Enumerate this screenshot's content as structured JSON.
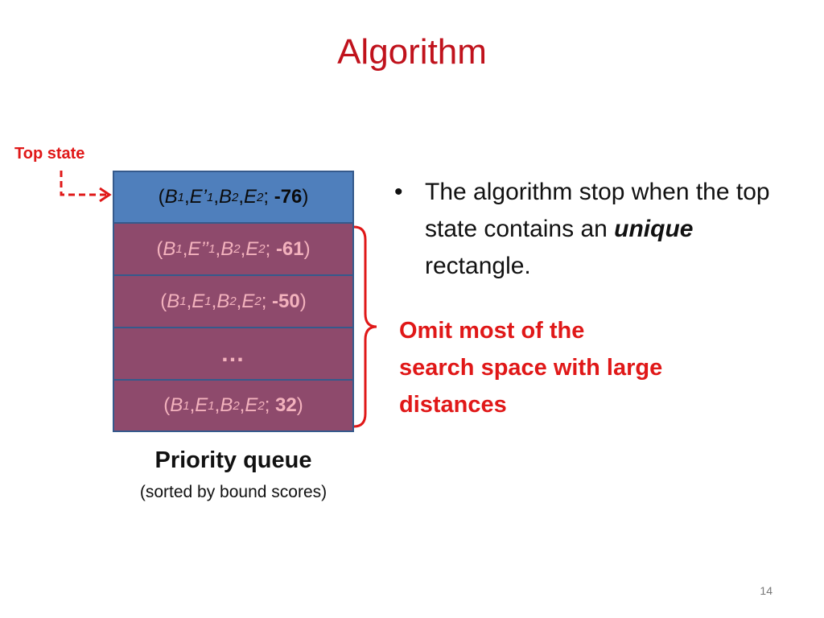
{
  "slide": {
    "title": "Algorithm",
    "page_number": "14"
  },
  "top_state_label": "Top state",
  "queue": {
    "rows": [
      {
        "B1": "B",
        "sub1": "1",
        "E": "E’",
        "subE": "1",
        "B2": "B",
        "sub2": "2",
        "E2": "E",
        "subE2": "2",
        "score": "-76"
      },
      {
        "B1": "B",
        "sub1": "1",
        "E": "E’’",
        "subE": "1",
        "B2": "B",
        "sub2": "2",
        "E2": "E",
        "subE2": "2",
        "score": "-61"
      },
      {
        "B1": "B",
        "sub1": "1",
        "E": "E",
        "subE": "1",
        "B2": "B",
        "sub2": "2",
        "E2": "E",
        "subE2": "2",
        "score": "-50"
      },
      {
        "ellipsis": "…"
      },
      {
        "B1": "B",
        "sub1": "1",
        "E": "E",
        "subE": "1",
        "B2": "B",
        "sub2": "2",
        "E2": "E",
        "subE2": "2",
        "score": "32"
      }
    ],
    "caption": "Priority queue",
    "subcaption": "(sorted by bound scores)"
  },
  "bullet": {
    "symbol": "•",
    "text_before": "The algorithm stop when the top state contains an ",
    "emphasis": "unique",
    "text_after": " rectangle."
  },
  "omit_note": "Omit most of the search space with large distances",
  "colors": {
    "title": "#c0121c",
    "accent_red": "#e01818",
    "top_cell": "#4f7fbc",
    "queue_cell": "#8e4a6c",
    "cell_text": "#f3b2bd",
    "cell_border": "#355a8c"
  }
}
